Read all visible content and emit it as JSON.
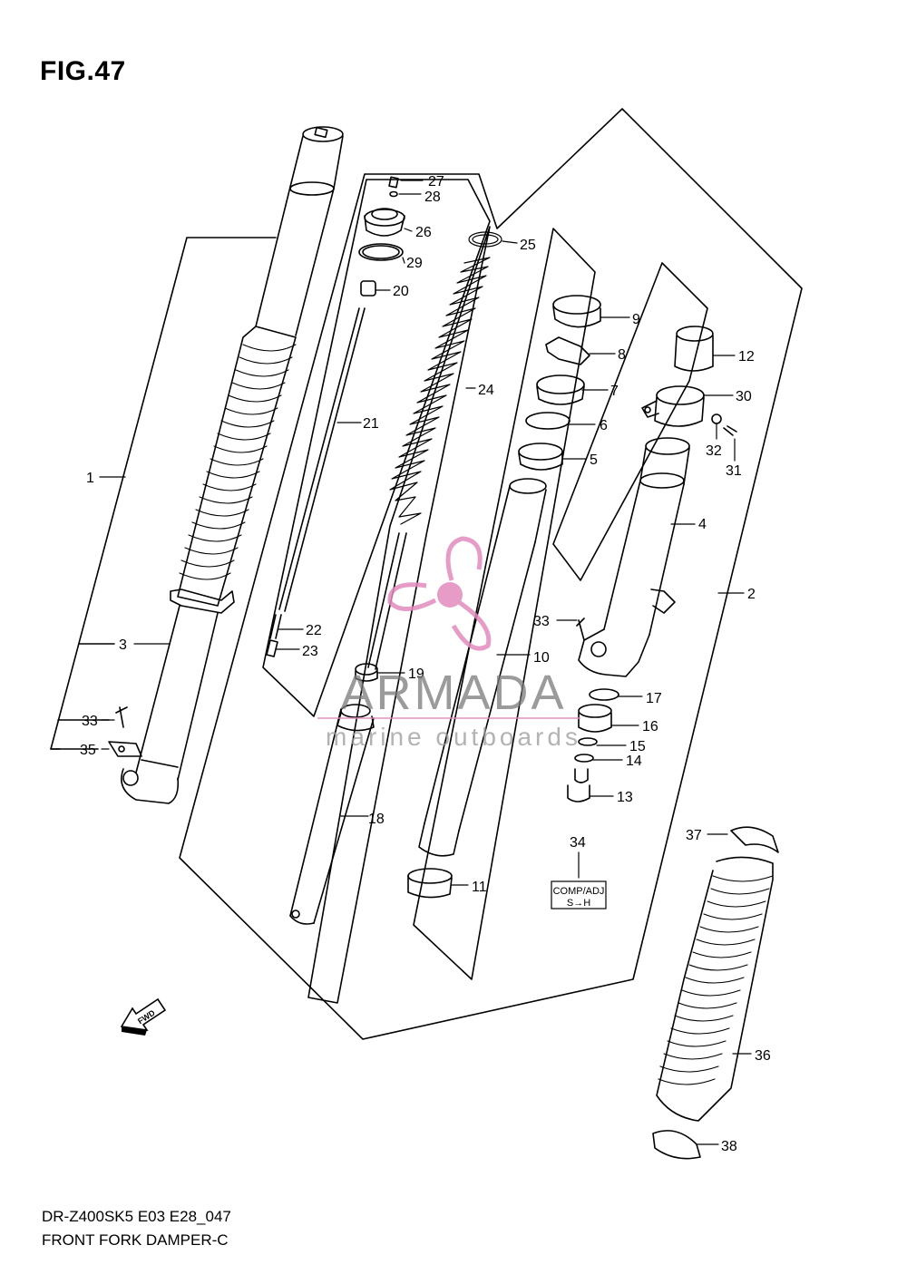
{
  "figure": {
    "title": "FIG.47",
    "code": "DR-Z400SK5 E03 E28_047",
    "name": "FRONT FORK DAMPER-C"
  },
  "callouts": [
    {
      "id": "c1",
      "label": "1"
    },
    {
      "id": "c2",
      "label": "2"
    },
    {
      "id": "c3",
      "label": "3"
    },
    {
      "id": "c4",
      "label": "4"
    },
    {
      "id": "c5",
      "label": "5"
    },
    {
      "id": "c6",
      "label": "6"
    },
    {
      "id": "c7",
      "label": "7"
    },
    {
      "id": "c8",
      "label": "8"
    },
    {
      "id": "c9",
      "label": "9"
    },
    {
      "id": "c10",
      "label": "10"
    },
    {
      "id": "c11",
      "label": "11"
    },
    {
      "id": "c12",
      "label": "12"
    },
    {
      "id": "c13",
      "label": "13"
    },
    {
      "id": "c14",
      "label": "14"
    },
    {
      "id": "c15",
      "label": "15"
    },
    {
      "id": "c16",
      "label": "16"
    },
    {
      "id": "c17",
      "label": "17"
    },
    {
      "id": "c18",
      "label": "18"
    },
    {
      "id": "c19",
      "label": "19"
    },
    {
      "id": "c20",
      "label": "20"
    },
    {
      "id": "c21",
      "label": "21"
    },
    {
      "id": "c22",
      "label": "22"
    },
    {
      "id": "c23",
      "label": "23"
    },
    {
      "id": "c24",
      "label": "24"
    },
    {
      "id": "c25",
      "label": "25"
    },
    {
      "id": "c26",
      "label": "26"
    },
    {
      "id": "c27",
      "label": "27"
    },
    {
      "id": "c28",
      "label": "28"
    },
    {
      "id": "c29",
      "label": "29"
    },
    {
      "id": "c30",
      "label": "30"
    },
    {
      "id": "c31",
      "label": "31"
    },
    {
      "id": "c32",
      "label": "32"
    },
    {
      "id": "c33a",
      "label": "33"
    },
    {
      "id": "c33b",
      "label": "33"
    },
    {
      "id": "c34",
      "label": "34"
    },
    {
      "id": "c35",
      "label": "35"
    },
    {
      "id": "c36",
      "label": "36"
    },
    {
      "id": "c37",
      "label": "37"
    },
    {
      "id": "c38",
      "label": "38"
    }
  ],
  "decal": {
    "line1": "COMP/ADJ",
    "line2": "S→H"
  },
  "fwd_arrow": {
    "label": "FWD"
  },
  "watermark": {
    "brand": "ARMADA",
    "tagline": "marine outboards",
    "color": "#e28bbd"
  },
  "colors": {
    "ink": "#000000",
    "background": "#ffffff"
  }
}
